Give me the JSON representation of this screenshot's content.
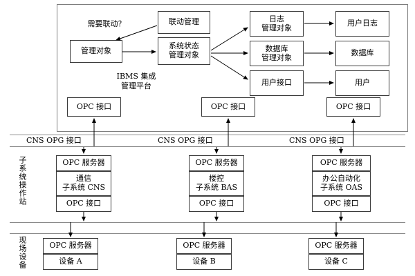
{
  "diagram": {
    "title_platform": {
      "line1": "IBMS 集成",
      "line2": "管理平台"
    },
    "top_panel": {
      "nodes": {
        "linkage_mgmt": {
          "label": "联动管理"
        },
        "need_linkage": {
          "label": "需要联动？"
        },
        "managed_object": {
          "label": "管理对象"
        },
        "sys_state_object": {
          "line1": "系统状态",
          "line2": "管理对象"
        },
        "log_mgmt_object": {
          "line1": "日志",
          "line2": "管理对象"
        },
        "db_mgmt_object": {
          "line1": "数据库",
          "line2": "管理对象"
        },
        "user_interface": {
          "label": "用户接口"
        },
        "user_log": {
          "label": "用户日志"
        },
        "database": {
          "label": "数据库"
        },
        "user": {
          "label": "用户"
        }
      },
      "opc_interfaces": [
        {
          "label": "OPC 接口"
        },
        {
          "label": "OPC 接口"
        },
        {
          "label": "OPC 接口"
        }
      ]
    },
    "bus_labels": [
      {
        "label": "CNS  OPG 接口"
      },
      {
        "label": "CNS  OPG 接口"
      },
      {
        "label": "CNS  OPG 接口"
      }
    ],
    "band_labels": {
      "operator_stations": "子系统操作站",
      "field_devices": "现场设备"
    },
    "subsystems": [
      {
        "opc_server": "OPC 服务器",
        "name_line1": "通信",
        "name_line2": "子系统 CNS",
        "opc_interface": "OPC 接口"
      },
      {
        "opc_server": "OPC 服务器",
        "name_line1": "楼控",
        "name_line2": "子系统 BAS",
        "opc_interface": "OPC 接口"
      },
      {
        "opc_server": "OPC 服务器",
        "name_line1": "办公自动化",
        "name_line2": "子系统 OAS",
        "opc_interface": "OPC 接口"
      }
    ],
    "devices": [
      {
        "opc_server": "OPC 服务器",
        "name": "设备 A"
      },
      {
        "opc_server": "OPC 服务器",
        "name": "设备 B"
      },
      {
        "opc_server": "OPC 服务器",
        "name": "设备 C"
      }
    ],
    "colors": {
      "line": "#3a3a3a",
      "panel_border": "#7d7d7d",
      "background": "#ffffff",
      "text": "#000000"
    }
  }
}
